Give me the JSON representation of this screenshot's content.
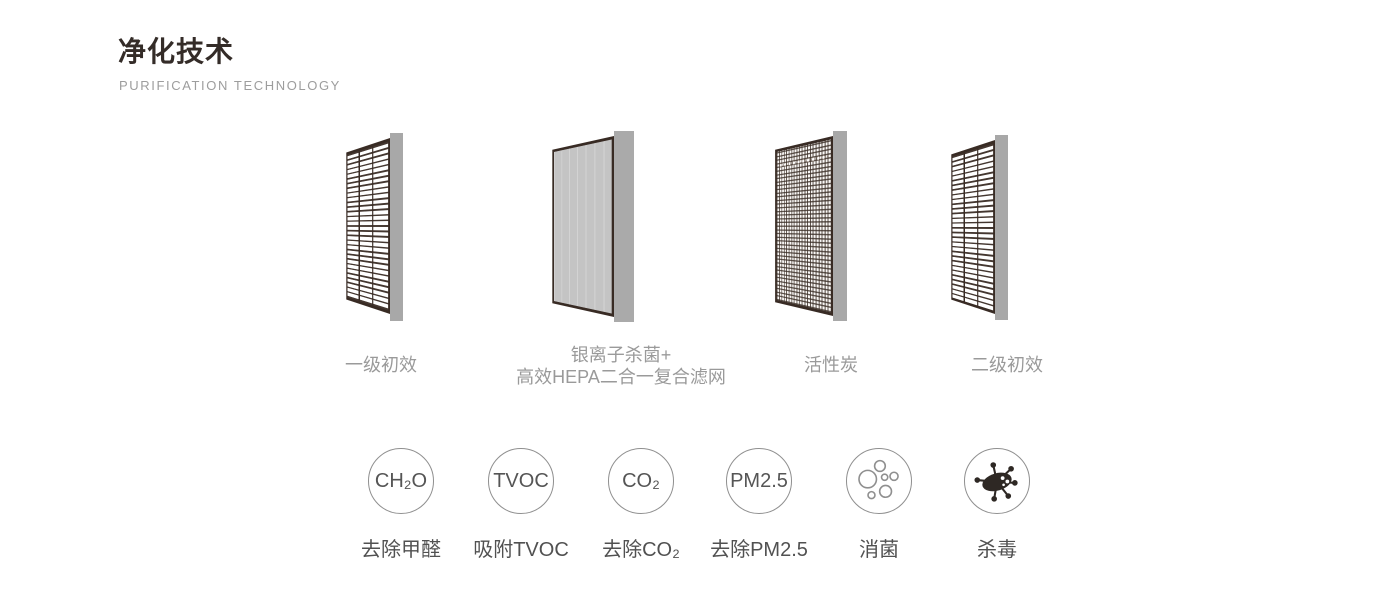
{
  "header": {
    "title": "净化技术",
    "subtitle": "PURIFICATION TECHNOLOGY",
    "title_color": "#342c28",
    "subtitle_color": "#9d9d9d"
  },
  "filters": {
    "frame_color": "#382b24",
    "side_color": "#a8a8a8",
    "label_color": "#9a9a9a",
    "items": [
      {
        "label": "一级初效",
        "type": "coarse-mesh-panel"
      },
      {
        "label": "银离子杀菌+\n高效HEPA二合一复合滤网",
        "type": "hepa-pleated-panel"
      },
      {
        "label": "活性炭",
        "type": "activated-carbon-panel"
      },
      {
        "label": "二级初效",
        "type": "coarse-mesh-panel"
      }
    ]
  },
  "features": {
    "circle_border_color": "#8f8f8f",
    "badge_text_color": "#555555",
    "label_color": "#515151",
    "icon_dark_color": "#2e2824",
    "items": [
      {
        "badge": "CH₂O",
        "label": "去除甲醛"
      },
      {
        "badge": "TVOC",
        "label": "吸附TVOC"
      },
      {
        "badge": "CO₂",
        "label": "去除CO₂"
      },
      {
        "badge": "PM2.5",
        "label": "去除PM2.5"
      },
      {
        "icon": "sterilize-bubbles-icon",
        "label": "消菌"
      },
      {
        "icon": "virus-icon",
        "label": "杀毒"
      }
    ]
  }
}
